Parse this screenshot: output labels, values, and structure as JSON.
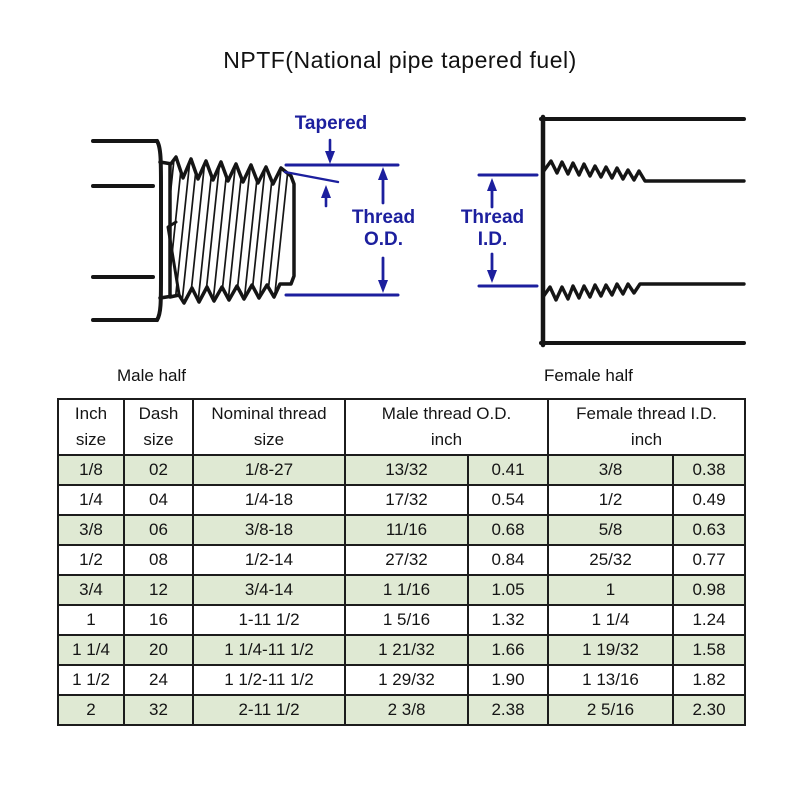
{
  "title": "NPTF(National pipe tapered fuel)",
  "diagram": {
    "tapered_label": "Tapered",
    "thread_od_line1": "Thread",
    "thread_od_line2": "O.D.",
    "thread_id_line1": "Thread",
    "thread_id_line2": "I.D.",
    "male_caption": "Male half",
    "female_caption": "Female half",
    "annotation_color": "#1c1f9e",
    "drawing_color": "#151515"
  },
  "table": {
    "col_headers": [
      {
        "line1": "Inch",
        "line2": "size"
      },
      {
        "line1": "Dash",
        "line2": "size"
      },
      {
        "line1": "Nominal thread",
        "line2": "size"
      },
      {
        "line1": "Male thread O.D.",
        "line2": "inch"
      },
      {
        "line1": "Female thread I.D.",
        "line2": "inch"
      }
    ],
    "row_stripe_color": "#dfe9d3",
    "rows": [
      [
        "1/8",
        "02",
        "1/8-27",
        "13/32",
        "0.41",
        "3/8",
        "0.38"
      ],
      [
        "1/4",
        "04",
        "1/4-18",
        "17/32",
        "0.54",
        "1/2",
        "0.49"
      ],
      [
        "3/8",
        "06",
        "3/8-18",
        "11/16",
        "0.68",
        "5/8",
        "0.63"
      ],
      [
        "1/2",
        "08",
        "1/2-14",
        "27/32",
        "0.84",
        "25/32",
        "0.77"
      ],
      [
        "3/4",
        "12",
        "3/4-14",
        "1 1/16",
        "1.05",
        "1",
        "0.98"
      ],
      [
        "1",
        "16",
        "1-11 1/2",
        "1 5/16",
        "1.32",
        "1 1/4",
        "1.24"
      ],
      [
        "1 1/4",
        "20",
        "1 1/4-11 1/2",
        "1 21/32",
        "1.66",
        "1 19/32",
        "1.58"
      ],
      [
        "1 1/2",
        "24",
        "1 1/2-11 1/2",
        "1 29/32",
        "1.90",
        "1 13/16",
        "1.82"
      ],
      [
        "2",
        "32",
        "2-11 1/2",
        "2 3/8",
        "2.38",
        "2 5/16",
        "2.30"
      ]
    ]
  }
}
